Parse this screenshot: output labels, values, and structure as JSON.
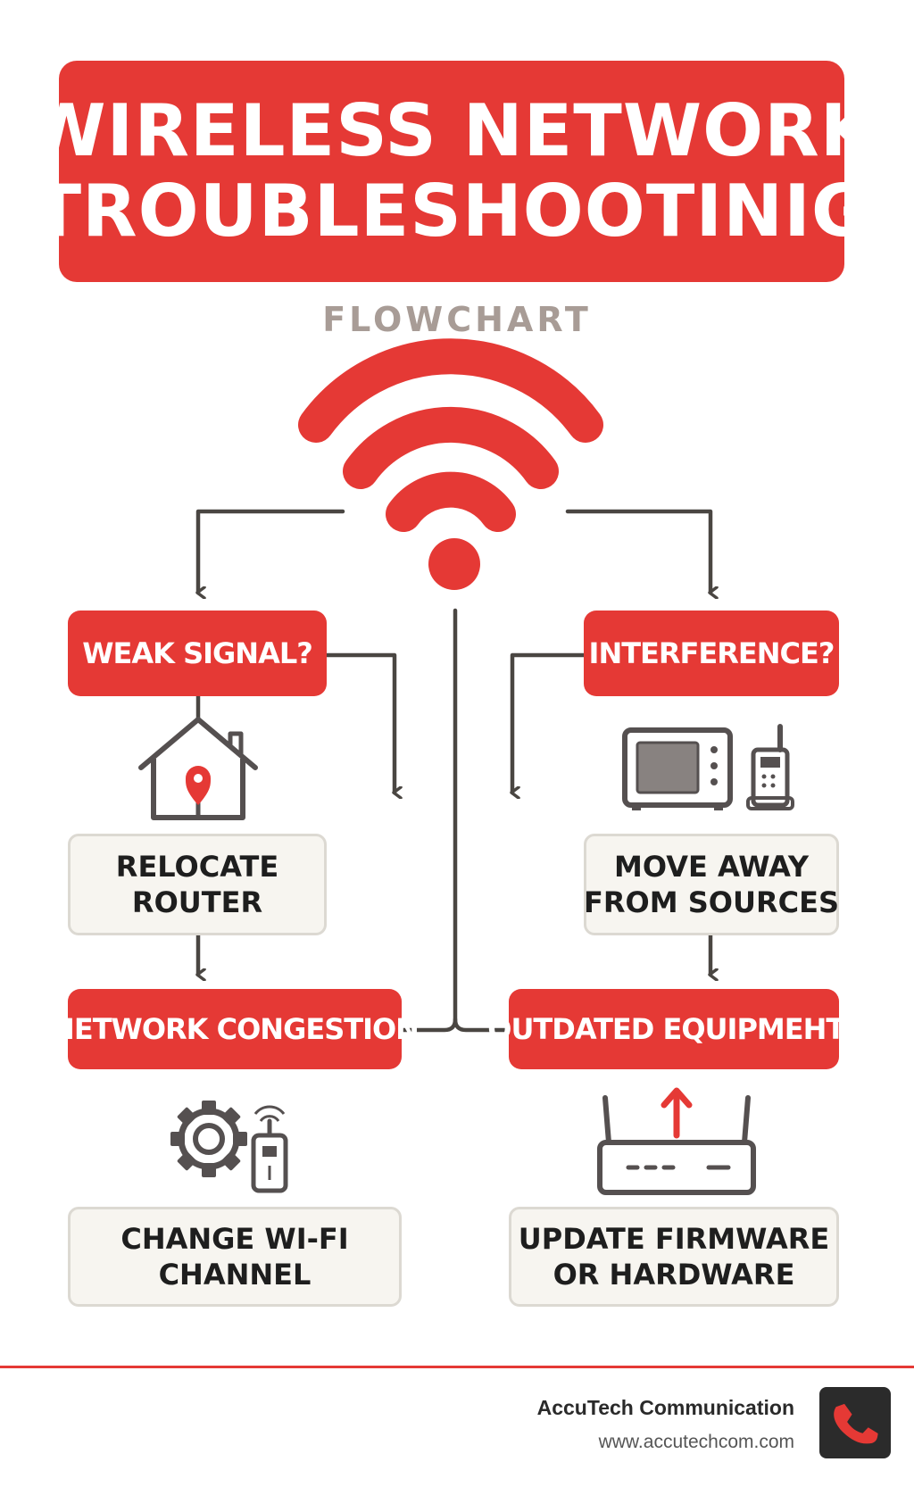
{
  "title": {
    "line1": "WIRELESS NETWORK",
    "line2": "TROUBLESHOOTINIG"
  },
  "subtitle": "FLOWCHART",
  "colors": {
    "accent": "#e53935",
    "box_fill": "#f7f5f0",
    "box_border": "#dcd9d2",
    "line": "#4a4642",
    "icon": "#555050"
  },
  "hub_icon": "wifi-icon",
  "branches": {
    "weak_signal": {
      "question": "WEAK SIGNAL?",
      "icon": "house-pin-icon",
      "solution_lines": [
        "RELOCATE",
        "ROUTER"
      ]
    },
    "interference": {
      "question": "INTERFERENCE?",
      "icon": "microwave-and-cordless-phone-icon",
      "solution_lines": [
        "MOVE AWAY",
        "FROM SOURCES"
      ]
    },
    "congestion": {
      "question": "NETWORK CONGESTION",
      "icon": "gear-and-device-icon",
      "solution_lines": [
        "CHANGE WI-FI",
        "CHANNEL"
      ]
    },
    "outdated": {
      "question": "OUTDATED EQUIPMEHT?",
      "icon": "router-upgrade-icon",
      "solution_lines": [
        "UPDATE FIRMWARE",
        "OR HARDWARE"
      ]
    }
  },
  "footer": {
    "company": "AccuTech Communication",
    "website": "www.accutechcom.com",
    "logo_icon": "phone-icon"
  }
}
